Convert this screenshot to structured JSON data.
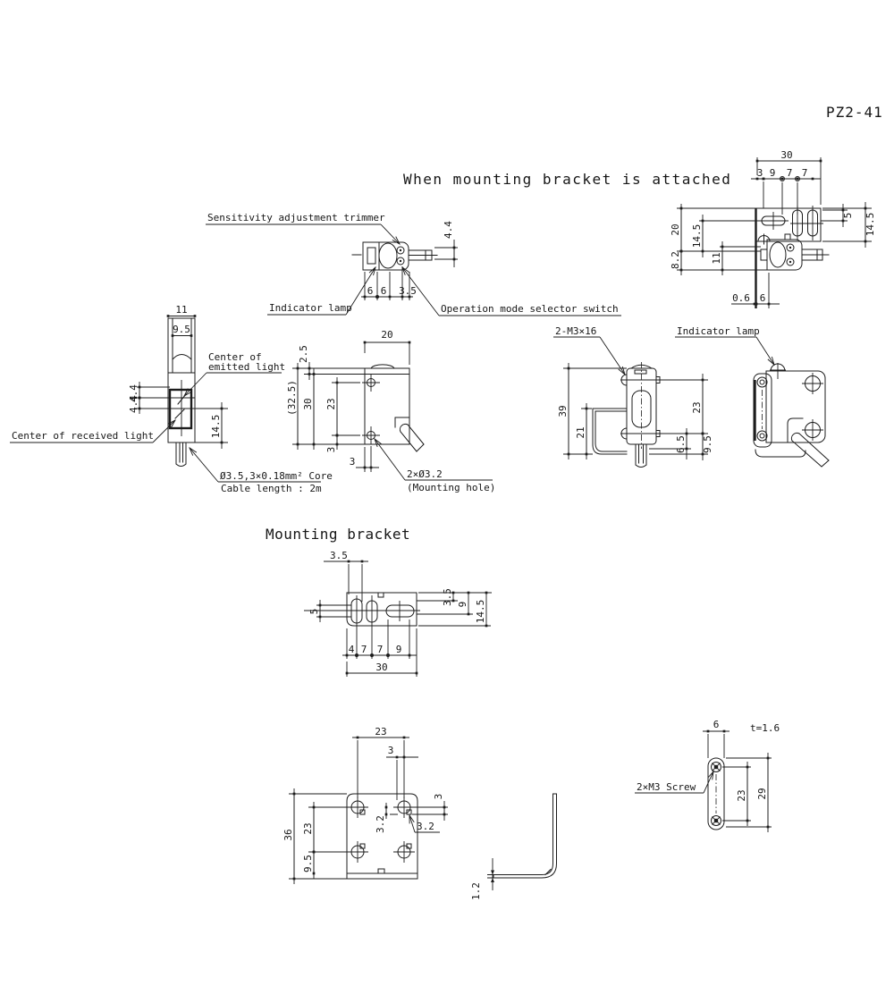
{
  "title": "PZ2-41",
  "headings": {
    "attached": "When mounting bracket is attached",
    "bracket": "Mounting bracket"
  },
  "callouts": {
    "sensitivity_trimmer": "Sensitivity adjustment trimmer",
    "indicator_lamp": "Indicator lamp",
    "mode_switch": "Operation mode selector switch",
    "center_emitted_1": "Center of",
    "center_emitted_2": "emitted light",
    "center_received": "Center of received light",
    "cable_core": "Ø3.5,3×0.18mm² Core",
    "cable_length": "Cable length : 2m",
    "bracket_screws": "2-M3×16",
    "indicator_lamp_rear": "Indicator lamp",
    "mount_hole_size": "2×Ø3.2",
    "mount_hole_note": "(Mounting hole)",
    "m3_screw": "2×M3 Screw",
    "thickness": "t=1.6"
  },
  "dims": {
    "top": {
      "d6a": "6",
      "d6b": "6",
      "d35": "3.5",
      "d44": "4.4"
    },
    "attached": {
      "w30": "30",
      "p3": "3",
      "p9": "9",
      "p7a": "7",
      "p7b": "7",
      "slot5": "5",
      "plate145": "14.5",
      "l20": "20",
      "l145": "14.5",
      "l11": "11",
      "l82": "8.2",
      "b06": "0.6",
      "b6": "6"
    },
    "front": {
      "w11": "11",
      "w95": "9.5",
      "e44": "4.4",
      "r44": "4.4",
      "lens145": "14.5"
    },
    "side": {
      "w20": "20",
      "t25": "2.5",
      "h325": "(32.5)",
      "h30": "30",
      "h23": "23",
      "h3": "3",
      "b3": "3"
    },
    "attached_side": {
      "h39": "39",
      "h21": "21",
      "h23": "23",
      "h65": "6.5",
      "h95": "9.5"
    },
    "bracket_top": {
      "t35": "3.5",
      "l5": "5",
      "r35": "3.5",
      "r9": "9",
      "r145": "14.5",
      "b4": "4",
      "b7a": "7",
      "b7b": "7",
      "b9": "9",
      "b30": "30"
    },
    "bracket_front": {
      "t23": "23",
      "t3": "3",
      "l36": "36",
      "l23": "23",
      "l95": "9.5",
      "m32a": "3.2",
      "m32b": "3.2",
      "r3": "3"
    },
    "bracket_l": {
      "t": "1.2"
    },
    "bracket_end": {
      "w6": "6",
      "h23": "23",
      "h29": "29"
    }
  }
}
